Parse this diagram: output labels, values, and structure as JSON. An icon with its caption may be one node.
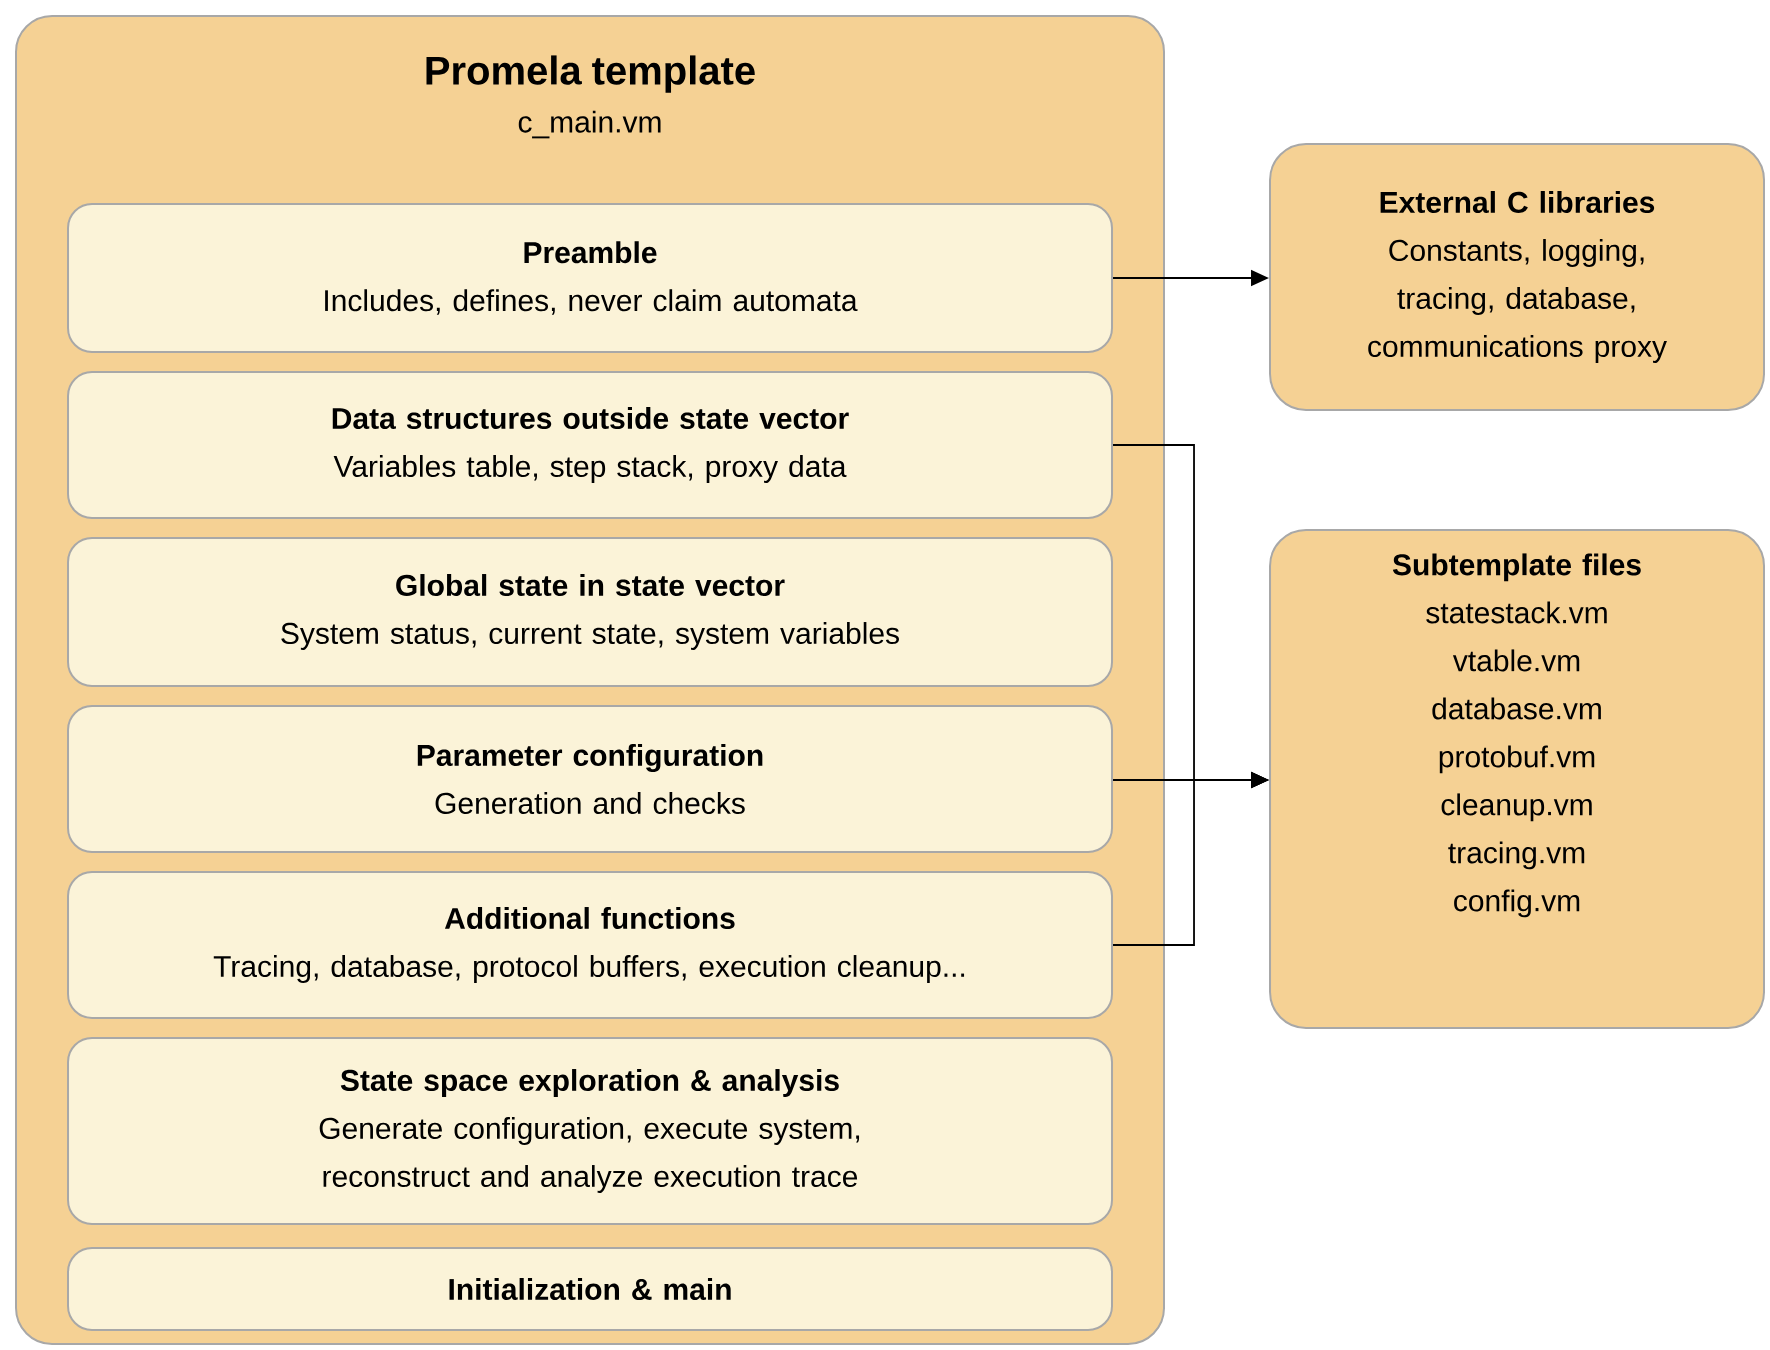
{
  "diagram": {
    "nodes": [
      {
        "text": [
          "Promela template",
          "c_main.vm"
        ]
      },
      {
        "text": [
          "Preamble",
          "Includes, defines, never claim automata"
        ],
        "in": 0
      },
      {
        "text": [
          "Data structures outside state vector",
          "Variables table, step stack, proxy data"
        ],
        "in": 0
      },
      {
        "text": [
          "Global state in state vector",
          "System status, current state, system variables"
        ],
        "in": 0
      },
      {
        "text": [
          "Parameter configuration",
          "Generation and checks"
        ],
        "in": 0
      },
      {
        "text": [
          "Additional functions",
          "Tracing, database, protocol buffers, execution cleanup..."
        ],
        "in": 0
      },
      {
        "text": [
          "State space exploration & analysis",
          "Generate configuration, execute system, reconstruct and analyze execution trace"
        ],
        "in": 0
      },
      {
        "text": [
          "Initialization & main"
        ],
        "in": 0
      },
      {
        "text": [
          "External C libraries",
          "Constants, logging, tracing, database, communications proxy"
        ]
      },
      {
        "text": [
          "Subtemplate files",
          "statestack.vm",
          "vtable.vm",
          "database.vm",
          "protobuf.vm",
          "cleanup.vm",
          "tracing.vm",
          "config.vm"
        ]
      }
    ],
    "edges": [
      {
        "from": 1,
        "to": 8,
        "arrow": "to"
      },
      {
        "from": 2,
        "to": 9,
        "arrow": "to"
      },
      {
        "from": 4,
        "to": 9,
        "arrow": "to"
      },
      {
        "from": 5,
        "to": 9,
        "arrow": "to"
      }
    ]
  }
}
